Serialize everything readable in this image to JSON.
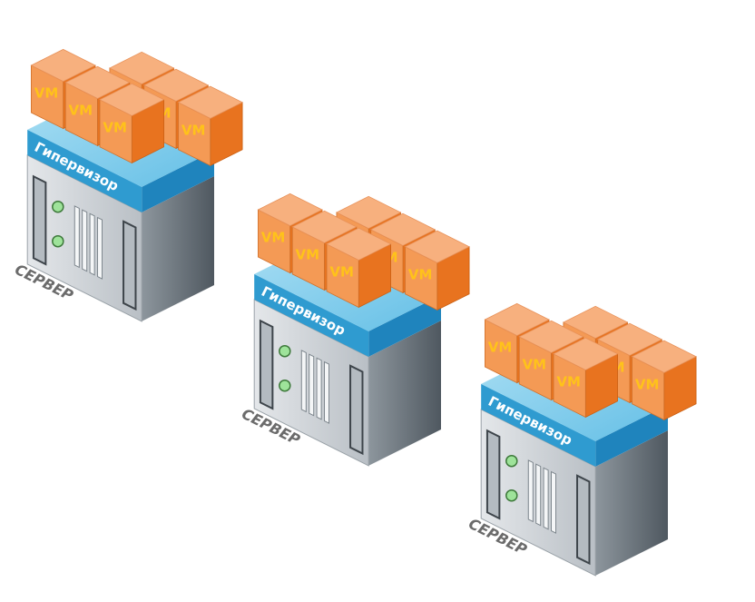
{
  "diagram": {
    "hosts": [
      {
        "hypervisor_label": "Гипервизор",
        "server_label": "СЕРВЕР",
        "vm_labels": [
          "VM",
          "VM",
          "VM",
          "VM",
          "VM",
          "VM"
        ]
      },
      {
        "hypervisor_label": "Гипервизор",
        "server_label": "СЕРВЕР",
        "vm_labels": [
          "VM",
          "VM",
          "VM",
          "VM",
          "VM",
          "VM"
        ]
      },
      {
        "hypervisor_label": "Гипервизор",
        "server_label": "СЕРВЕР",
        "vm_labels": [
          "VM",
          "VM",
          "VM",
          "VM",
          "VM",
          "VM"
        ]
      }
    ],
    "colors": {
      "vm_top": "#f7b07e",
      "vm_left": "#f49a55",
      "vm_right": "#e8731f",
      "vm_text": "#ffc21a",
      "hypervisor_top": "#83cdec",
      "hypervisor_left": "#2f9bd0",
      "hypervisor_right": "#1f84bd",
      "server_front": "#d0d4d8",
      "server_side": "#8c959c",
      "server_label": "#6b6b6b"
    }
  }
}
